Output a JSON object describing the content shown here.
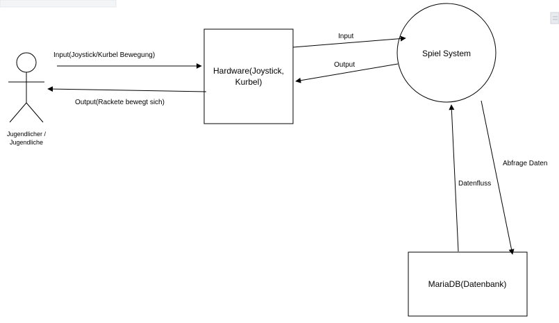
{
  "actor": {
    "label_line1": "Jugendlicher /",
    "label_line2": "Jugendliche"
  },
  "hardware": {
    "label_line1": "Hardware(Joystick,",
    "label_line2": "Kurbel)"
  },
  "spiel_system": {
    "label": "Spiel System"
  },
  "mariadb": {
    "label": "MariaDB(Datenbank)"
  },
  "edges": {
    "input_joystick": "Input(Joystick/Kurbel Bewegung)",
    "output_rackete": "Output(Rackete bewegt sich)",
    "input": "Input",
    "output": "Output",
    "datenfluss": "Datenfluss",
    "abfrage_daten": "Abfrage Daten"
  }
}
